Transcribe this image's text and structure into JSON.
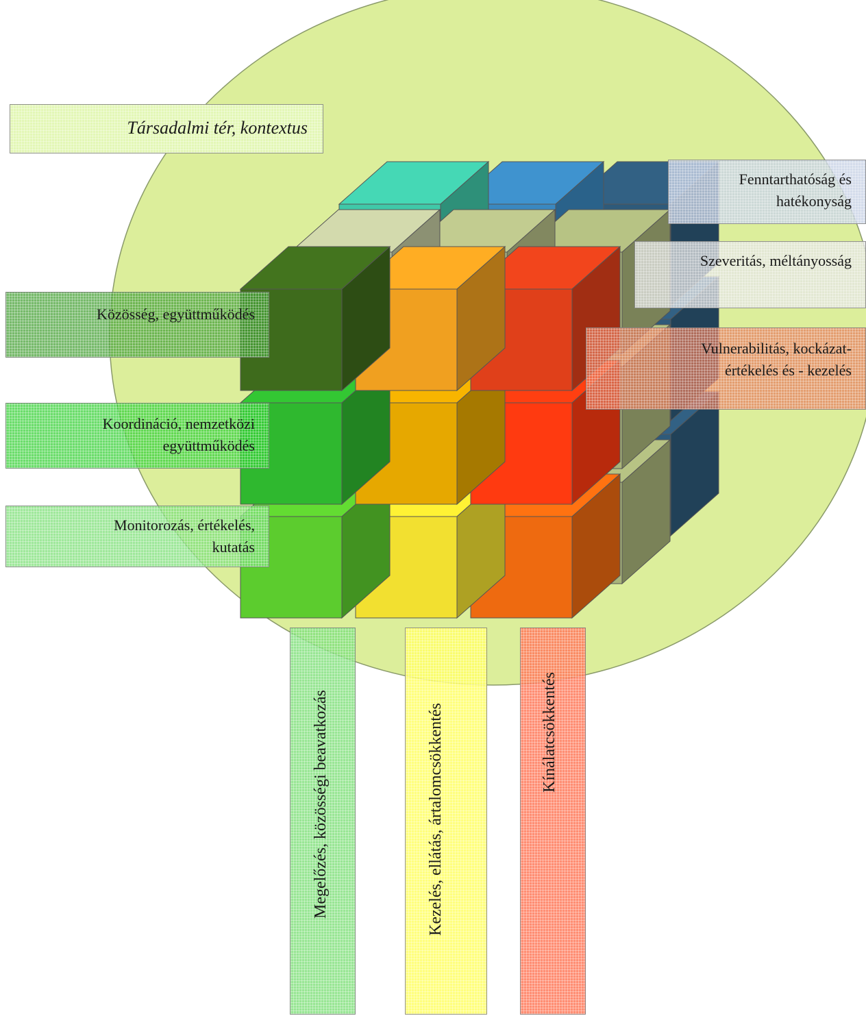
{
  "context_label": "Társadalmi tér, kontextus",
  "row_labels": [
    {
      "id": "community",
      "text": "Közösség, együttműködés",
      "color": "#4aa33a"
    },
    {
      "id": "coordination",
      "lines": [
        "Koordináció, nemzetközi",
        "együttműködés"
      ],
      "color": "#3bd13b"
    },
    {
      "id": "monitoring",
      "lines": [
        "Monitorozás, értékelés,",
        "kutatás"
      ],
      "color": "#7fe07a"
    }
  ],
  "depth_labels": [
    {
      "id": "sustainability",
      "lines": [
        "Fenntarthatóság és",
        "hatékonyság"
      ],
      "color": "#c9d3e6"
    },
    {
      "id": "severity",
      "lines": [
        "Szeveritás, méltányosság"
      ],
      "color": "#e6e6e6"
    },
    {
      "id": "vulnerability",
      "lines": [
        "Vulnerabilitás, kockázat-",
        "értékelés és - kezelés"
      ],
      "color": "#e88060"
    }
  ],
  "column_labels": [
    {
      "id": "prevention",
      "text": "Megelőzés, közösségi beavatkozás",
      "color": "#7fe07a"
    },
    {
      "id": "treatment",
      "text": "Kezelés, ellátás, ártalomcsökkentés",
      "color": "#ffff66"
    },
    {
      "id": "supply",
      "text": "Kínálatcsökkentés",
      "color": "#ff7a5a"
    }
  ],
  "colors": {
    "circle": "#d6eb8a",
    "front_top_row": [
      "#3e6b1c",
      "#f0a020",
      "#e0401a"
    ],
    "front_mid_row": [
      "#2fb82f",
      "#e6a800",
      "#ff3a10"
    ],
    "front_bottom_row": [
      "#5ccc2e",
      "#f2e030",
      "#ee6a10"
    ],
    "back_row": [
      "#40c8a8",
      "#3a88c0",
      "#2e5a7a"
    ]
  }
}
